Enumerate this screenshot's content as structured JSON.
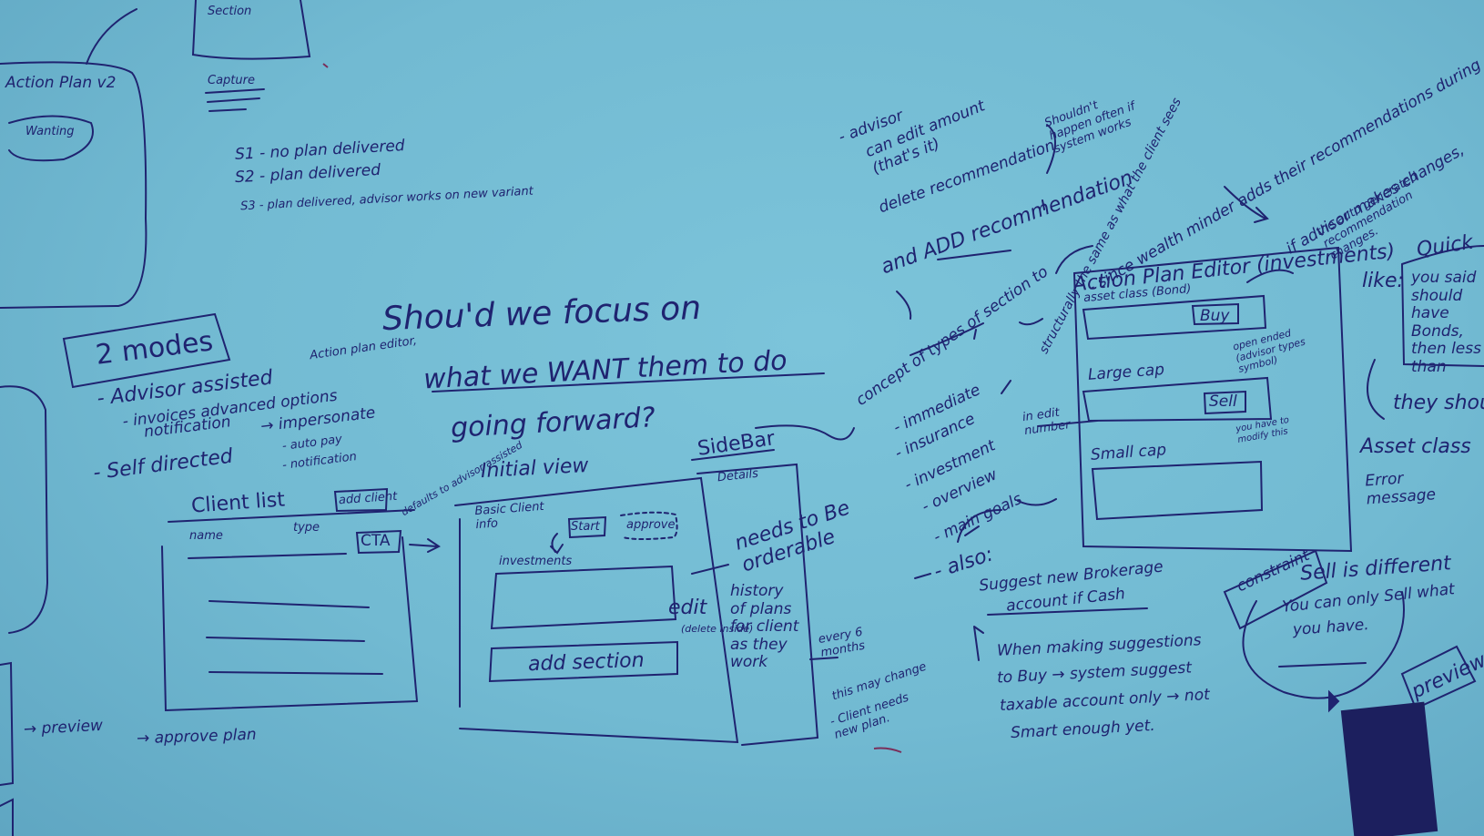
{
  "whiteboard": {
    "colors": {
      "board": "#73bcd4",
      "ink": "#1f2370",
      "red_ink": "#7a2e5a",
      "eraser": "#1c1f5e"
    },
    "top_left": {
      "action_plan": "Action Plan v2",
      "wanting": "Wanting",
      "capture": "Capture",
      "s1": "S1 - no plan delivered",
      "s2": "S2 - plan delivered",
      "s3": "S3 - plan delivered, advisor works on new variant"
    },
    "modes": {
      "title": "2 modes",
      "advisor_assisted": "- Advisor assisted",
      "advisor_note": "Action plan editor,",
      "invoices": "- invoices advanced options",
      "notification": "notification",
      "self_directed": "- Self directed",
      "impersonate": "→ impersonate",
      "auto_pay": "- auto pay",
      "notification2": "- notification"
    },
    "client_list": {
      "title": "Client list",
      "add_client": "add client",
      "defaults": "defaults to advisor assisted",
      "name_col": "name",
      "type_col": "type",
      "cta": "CTA",
      "preview": "→ preview",
      "approve": "→ approve plan"
    },
    "center": {
      "question_1": "Shou'd we focus on",
      "question_2": "what we WANT them to do",
      "question_3": "going forward?",
      "initial_view": "Initial view",
      "basic_info": "Basic Client info",
      "start": "Start",
      "approve": "approve",
      "investments": "investments",
      "add_section": "add section",
      "edit": "edit",
      "edit_note": "(delete inside)"
    },
    "sidebar": {
      "title": "SideBar",
      "details": "Details",
      "needs": "needs to Be orderable",
      "history": "history of plans for client as they work",
      "every": "every 6 months",
      "this_may": "this may change",
      "client_needs": "- Client needs new plan."
    },
    "advisor_notes": {
      "advisor": "- advisor",
      "can_edit": "can edit amount (that's it)",
      "delete": "delete recommendation",
      "add": "and ADD recommendation",
      "should": "Shouldn't happen often if system works",
      "since": "- since wealth minder adds their recommendations during set up",
      "structurally": "structurally the same as what the client sees",
      "concept": "concept of types of section to",
      "immediate": "- immediate",
      "insurance": "- insurance",
      "investment": "- investment",
      "overview": "- overview",
      "main_goals": "- main goals",
      "inline_edit": "in edit number",
      "also": "- also:",
      "suggest_1": "Suggest new Brokerage",
      "suggest_2": "account if Cash",
      "when_1": "When making suggestions",
      "when_2": "to Buy → system suggest",
      "when_3": "taxable account only → not",
      "when_4": "Smart enough yet."
    },
    "editor": {
      "title": "Action Plan Editor (investments)",
      "asset_bond": "asset class (Bond)",
      "buy": "Buy",
      "open_ended": "open ended (advisor types symbol)",
      "large_cap": "Large cap",
      "sell": "Sell",
      "sell_note": "you have to modify this",
      "small_cap": "Small cap"
    },
    "right": {
      "if_advisor": "if advisor makes changes,",
      "the_auto": "the auto generated recommendation changes.",
      "quick": "Quick",
      "like": "like:",
      "you_said": "you said should have Bonds, then less than",
      "they_should": "they should",
      "asset_class": "Asset class",
      "error": "Error message",
      "constraint": "constraint",
      "sell_diff": "Sell is different",
      "sell_only": "You can only Sell what",
      "you_have": "you have.",
      "preview": "preview"
    }
  }
}
